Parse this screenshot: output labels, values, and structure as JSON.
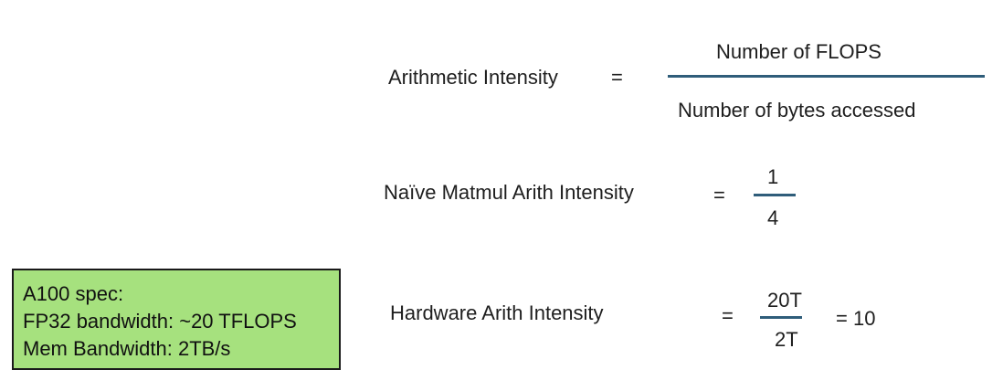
{
  "eq1": {
    "lhs": "Arithmetic Intensity",
    "equals": "=",
    "numerator": "Number of FLOPS",
    "denominator": "Number of bytes accessed"
  },
  "eq2": {
    "lhs": "Naïve Matmul Arith Intensity",
    "equals": "=",
    "numerator": "1",
    "denominator": "4"
  },
  "eq3": {
    "lhs": "Hardware Arith Intensity",
    "equals": "=",
    "numerator": "20T",
    "denominator": "2T",
    "result": "= 10"
  },
  "spec_box": {
    "lines": [
      "A100 spec:",
      "FP32 bandwidth: ~20 TFLOPS",
      "Mem Bandwidth: 2TB/s"
    ],
    "background_color": "#a6e17e"
  },
  "colors": {
    "fraction_bar": "#2f5d7a"
  }
}
